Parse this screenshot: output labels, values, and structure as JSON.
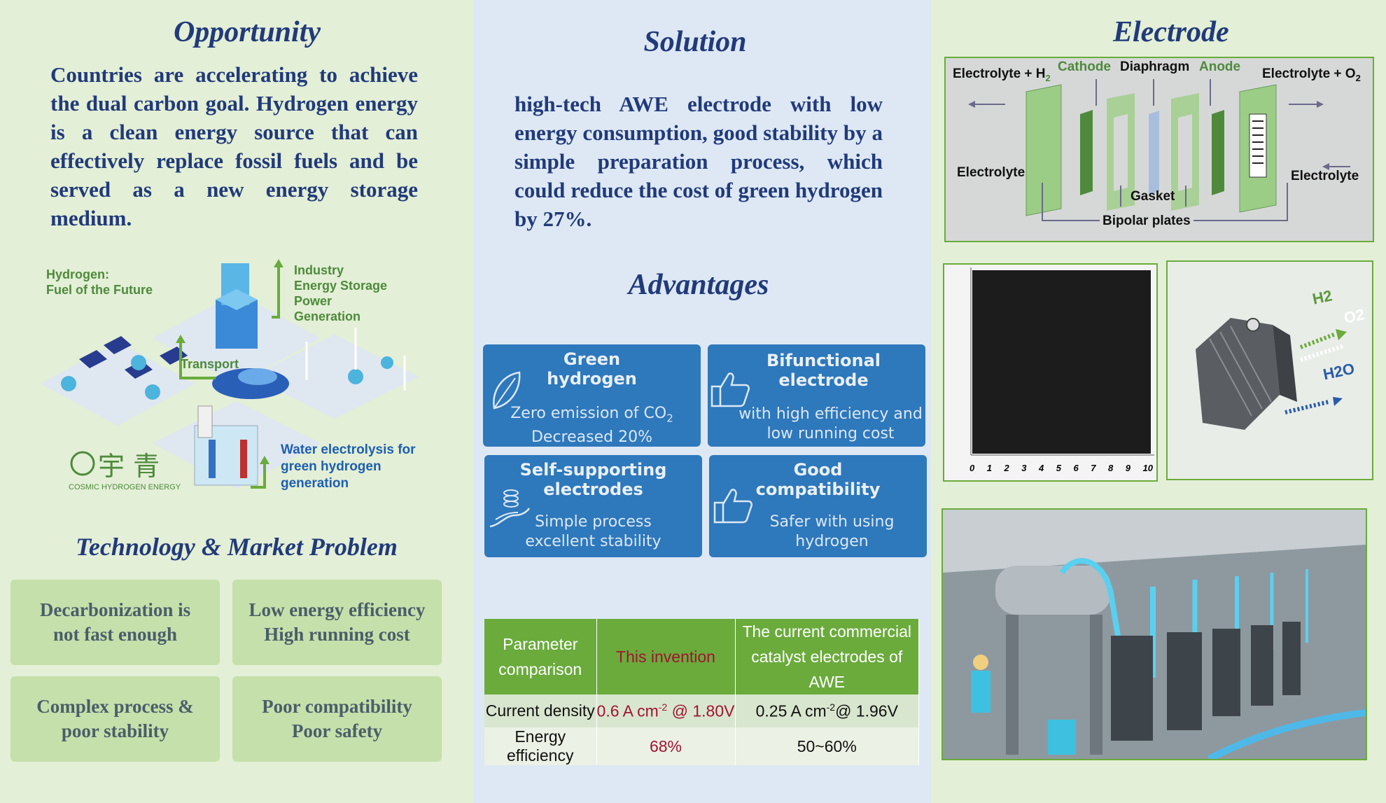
{
  "opportunity": {
    "heading": "Opportunity",
    "text": "Countries are accelerating to achieve the dual carbon goal. Hydrogen energy is a clean energy source that can effectively replace fossil fuels and be served as a new energy storage medium."
  },
  "illustration": {
    "title": "Hydrogen:\nFuel of the Future",
    "uses": "Industry\nEnergy Storage\nPower\nGeneration",
    "transport": "Transport",
    "electrolysis": "Water electrolysis for\ngreen hydrogen\ngeneration",
    "logo_text": "宇 青",
    "logo_caption": "COSMIC HYDROGEN ENERGY"
  },
  "problems": {
    "heading": "Technology & Market Problem",
    "items": [
      "Decarbonization is\nnot fast enough",
      "Low energy efficiency\nHigh running cost",
      "Complex process &\npoor stability",
      "Poor compatibility\nPoor safety"
    ]
  },
  "solution": {
    "heading": "Solution",
    "text": "high-tech AWE electrode with low energy consumption, good stability by a simple preparation process, which could reduce the cost of green hydrogen by 27%."
  },
  "advantages": {
    "heading": "Advantages",
    "items": [
      {
        "title": "Green\nhydrogen",
        "desc_a": "Zero emission of CO",
        "desc_sub": "2",
        "desc_b": "Decreased 20%",
        "icon": "leaf-icon"
      },
      {
        "title": "Bifunctional\nelectrode",
        "desc": "with high efficiency and\nlow running cost",
        "icon": "thumbs-up-icon"
      },
      {
        "title": "Self-supporting\nelectrodes",
        "desc": "Simple process\nexcellent stability",
        "icon": "hand-coins-icon"
      },
      {
        "title": "Good\ncompatibility",
        "desc": "Safer with using\nhydrogen",
        "icon": "thumbs-up-icon"
      }
    ]
  },
  "comparison": {
    "headers": [
      "Parameter\ncomparison",
      "This invention",
      "The current commercial\ncatalyst electrodes of AWE"
    ],
    "rows": [
      {
        "label": "Current density",
        "invention_a": "0.6 A cm",
        "invention_sup": "-2",
        "invention_b": " @ 1.80V",
        "commercial_a": "0.25 A cm",
        "commercial_sup": "-2",
        "commercial_b": "@ 1.96V"
      },
      {
        "label": "Energy efficiency",
        "invention": "68%",
        "commercial": "50~60%"
      }
    ]
  },
  "electrode": {
    "heading": "Electrode",
    "labels": {
      "electrolyte_h2_a": "Electrolyte + H",
      "electrolyte_h2_sub": "2",
      "cathode": "Cathode",
      "diaphragm": "Diaphragm",
      "anode": "Anode",
      "electrolyte_o2_a": "Electrolyte + O",
      "electrolyte_o2_sub": "2",
      "electrolyte_left": "Electrolyte",
      "electrolyte_right": "Electrolyte",
      "gasket": "Gasket",
      "bipolar": "Bipolar plates"
    },
    "ruler_ticks": [
      "0",
      "1",
      "2",
      "3",
      "4",
      "5",
      "6",
      "7",
      "8",
      "9",
      "10"
    ],
    "gas_labels": {
      "h2": "H2",
      "o2": "O2",
      "h2o": "H2O"
    }
  },
  "colors": {
    "green_bg": "#e3efd6",
    "blue_bg": "#dde8f4",
    "heading_navy": "#213a7a",
    "advantage_blue": "#2e78bc",
    "table_green": "#6aab3c",
    "accent_red": "#a01432"
  }
}
